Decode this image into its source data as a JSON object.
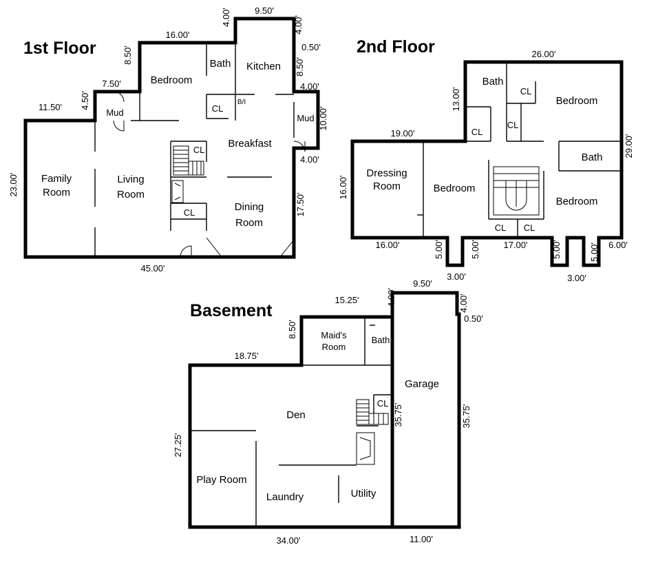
{
  "titles": {
    "first": "1st Floor",
    "second": "2nd Floor",
    "basement": "Basement"
  },
  "first_floor": {
    "rooms": {
      "family_room": [
        "Family",
        "Room"
      ],
      "living_room": [
        "Living",
        "Room"
      ],
      "bedroom": "Bedroom",
      "bath": "Bath",
      "kitchen": "Kitchen",
      "breakfast": "Breakfast",
      "dining_room": [
        "Dining",
        "Room"
      ],
      "mud_left": "Mud",
      "mud_right": "Mud",
      "closet_a": "CL",
      "closet_b": "CL",
      "closet_c": "CL",
      "bi": "B/I"
    },
    "dimensions": {
      "top_kitchen": "9.50'",
      "top_bedroom": "16.00'",
      "kitchen_left": "4.00'",
      "kitchen_right": "4.00'",
      "right_050": "0.50'",
      "right_850": "8.50'",
      "right_400_top": "4.00'",
      "right_1000": "10.00'",
      "right_400_bottom": "4.00'",
      "right_1750": "17.50'",
      "left_850": "8.50'",
      "mud_750": "7.50'",
      "mud_450": "4.50'",
      "family_1150": "11.50'",
      "left_2300": "23.00'",
      "bottom_4500": "45.00'"
    }
  },
  "second_floor": {
    "rooms": {
      "bath_top": "Bath",
      "bedroom_top": "Bedroom",
      "dressing_room": [
        "Dressing",
        "Room"
      ],
      "bedroom_mid": "Bedroom",
      "bath_right": "Bath",
      "bedroom_right": "Bedroom",
      "cl_1": "CL",
      "cl_2": "CL",
      "cl_3": "CL",
      "cl_4": "CL",
      "cl_5": "CL"
    },
    "dimensions": {
      "top_2600": "26.00'",
      "left_1300": "13.00'",
      "top_1900": "19.00'",
      "right_2900": "29.00'",
      "left_1600": "16.00'",
      "bottom_1600": "16.00'",
      "bottom_1700": "17.00'",
      "notch1_left": "5.00'",
      "notch1_right": "5.00'",
      "notch1_bottom": "3.00'",
      "notch2_left": "5.00'",
      "notch2_right": "5.00'",
      "notch2_bottom": "3.00'",
      "right_600": "6.00'"
    }
  },
  "basement": {
    "rooms": {
      "maids_room": [
        "Maid's",
        "Room"
      ],
      "bath": "Bath",
      "garage": "Garage",
      "den": "Den",
      "play_room": "Play Room",
      "laundry": "Laundry",
      "utility": "Utility",
      "cl": "CL"
    },
    "dimensions": {
      "top_950": "9.50'",
      "top_1525": "15.25'",
      "left_400": "4.00'",
      "right_400": "4.00'",
      "right_050": "0.50'",
      "left_850": "8.50'",
      "top_1875": "18.75'",
      "inner_3575": "35.75'",
      "right_3575": "35.75'",
      "left_2725": "27.25'",
      "bottom_3400": "34.00'",
      "bottom_1100": "11.00'"
    }
  }
}
